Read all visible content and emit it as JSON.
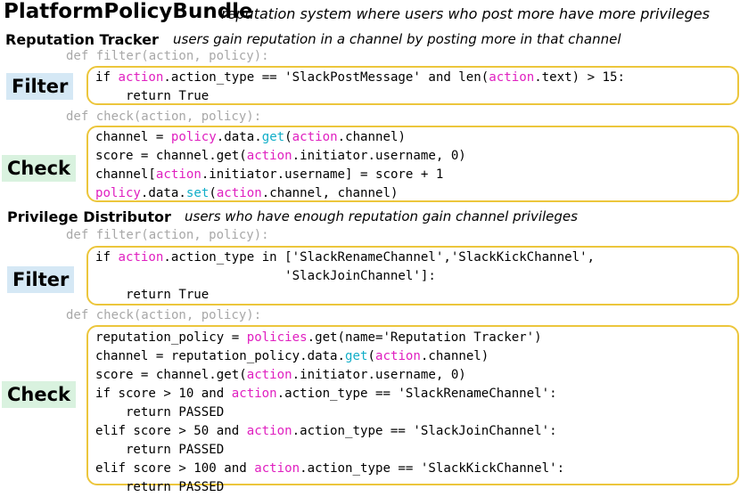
{
  "title": "PlatformPolicyBundle",
  "title_desc": "reputation system where users who post more have more privileges",
  "sections": [
    {
      "name": "Reputation Tracker",
      "desc": "users gain reputation in a channel by posting more in that channel",
      "filter_def": "def filter(action, policy):",
      "filter_label": "Filter",
      "check_def": "def check(action, policy):",
      "check_label": "Check"
    },
    {
      "name": "Privilege Distributor",
      "desc": "users who have enough reputation gain channel privileges",
      "filter_def": "def filter(action, policy):",
      "filter_label": "Filter",
      "check_def": "def check(action, policy):",
      "check_label": "Check"
    }
  ],
  "code": {
    "s1_filter": [
      [
        {
          "t": "if "
        },
        {
          "t": "action",
          "c": "mag"
        },
        {
          "t": ".action_type == 'SlackPostMessage' and len("
        },
        {
          "t": "action",
          "c": "mag"
        },
        {
          "t": ".text) > 15:"
        }
      ],
      [
        {
          "t": "    return True"
        }
      ]
    ],
    "s1_check": [
      [
        {
          "t": "channel = "
        },
        {
          "t": "policy",
          "c": "mag"
        },
        {
          "t": ".data."
        },
        {
          "t": "get",
          "c": "cyan"
        },
        {
          "t": "("
        },
        {
          "t": "action",
          "c": "mag"
        },
        {
          "t": ".channel)"
        }
      ],
      [
        {
          "t": "score = channel.get("
        },
        {
          "t": "action",
          "c": "mag"
        },
        {
          "t": ".initiator.username, 0)"
        }
      ],
      [
        {
          "t": "channel["
        },
        {
          "t": "action",
          "c": "mag"
        },
        {
          "t": ".initiator.username] = score + 1"
        }
      ],
      [
        {
          "t": "policy",
          "c": "mag"
        },
        {
          "t": ".data."
        },
        {
          "t": "set",
          "c": "cyan"
        },
        {
          "t": "("
        },
        {
          "t": "action",
          "c": "mag"
        },
        {
          "t": ".channel, channel)"
        }
      ]
    ],
    "s2_filter": [
      [
        {
          "t": "if "
        },
        {
          "t": "action",
          "c": "mag"
        },
        {
          "t": ".action_type in ['SlackRenameChannel','SlackKickChannel',"
        }
      ],
      [
        {
          "t": "                         'SlackJoinChannel']:"
        }
      ],
      [
        {
          "t": "    return True"
        }
      ]
    ],
    "s2_check": [
      [
        {
          "t": "reputation_policy = "
        },
        {
          "t": "policies",
          "c": "mag"
        },
        {
          "t": ".get(name='Reputation Tracker')"
        }
      ],
      [
        {
          "t": "channel = reputation_policy.data."
        },
        {
          "t": "get",
          "c": "cyan"
        },
        {
          "t": "("
        },
        {
          "t": "action",
          "c": "mag"
        },
        {
          "t": ".channel)"
        }
      ],
      [
        {
          "t": "score = channel.get("
        },
        {
          "t": "action",
          "c": "mag"
        },
        {
          "t": ".initiator.username, 0)"
        }
      ],
      [
        {
          "t": "if score > 10 and "
        },
        {
          "t": "action",
          "c": "mag"
        },
        {
          "t": ".action_type == 'SlackRenameChannel':"
        }
      ],
      [
        {
          "t": "    return PASSED"
        }
      ],
      [
        {
          "t": "elif score > 50 and "
        },
        {
          "t": "action",
          "c": "mag"
        },
        {
          "t": ".action_type == 'SlackJoinChannel':"
        }
      ],
      [
        {
          "t": "    return PASSED"
        }
      ],
      [
        {
          "t": "elif score > 100 and "
        },
        {
          "t": "action",
          "c": "mag"
        },
        {
          "t": ".action_type == 'SlackKickChannel':"
        }
      ],
      [
        {
          "t": "    return PASSED"
        }
      ]
    ]
  },
  "colors": {
    "box_border": "#ecc63c",
    "keyword_magenta": "#e020c0",
    "method_cyan": "#11aec8",
    "filter_bg": "#d5e8f5",
    "check_bg": "#d9f2df"
  }
}
